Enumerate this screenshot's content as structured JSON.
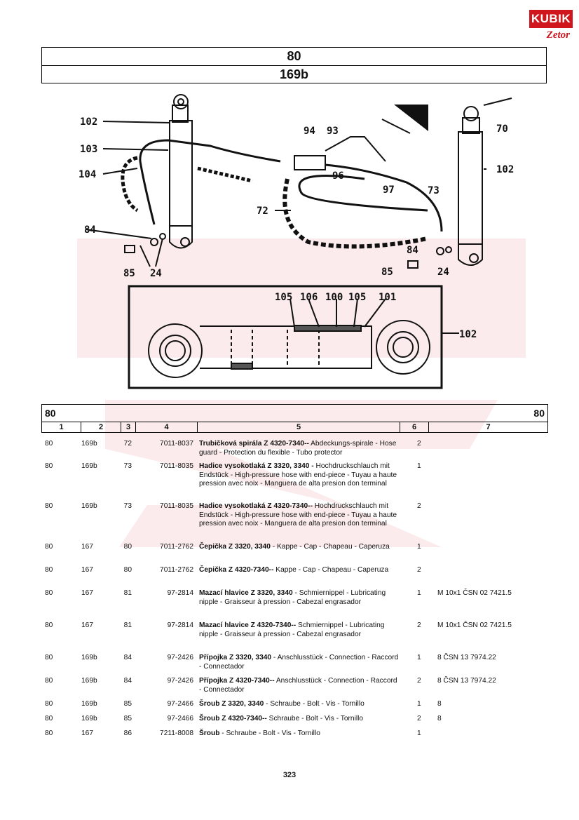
{
  "logo": {
    "brand": "KUBIK",
    "sub": "Zetor"
  },
  "header": {
    "group": "80",
    "figure": "169b"
  },
  "diagram": {
    "labels": [
      "102",
      "103",
      "104",
      "84",
      "85",
      "24",
      "94",
      "93",
      "96",
      "97",
      "73",
      "72",
      "84",
      "85",
      "24",
      "70",
      "102",
      "105",
      "106",
      "100",
      "105",
      "101",
      "102"
    ]
  },
  "table": {
    "group_left": "80",
    "group_right": "80",
    "columns": [
      "1",
      "2",
      "3",
      "4",
      "5",
      "6",
      "7"
    ],
    "rows": [
      {
        "c1": "80",
        "c2": "169b",
        "c3": "72",
        "c4": "7011-8037",
        "name": "Trubičková spirála Z 4320-7340--",
        "desc": " Abdeckungs-spirale - Hose guard - Protection du flexible - Tubo protector",
        "qty": "2",
        "note": ""
      },
      {
        "c1": "80",
        "c2": "169b",
        "c3": "73",
        "c4": "7011-8035",
        "name": "Hadice vysokotlaká Z 3320, 3340 -",
        "desc": " Hochdruckschlauch mit Endstück - High-pressure hose with end-piece - Tuyau a haute pression avec noix - Manguera de alta presion don terminal",
        "qty": "1",
        "note": ""
      },
      {
        "c1": "80",
        "c2": "169b",
        "c3": "73",
        "c4": "7011-8035",
        "name": "Hadice vysokotlaká Z 4320-7340--",
        "desc": " Hochdruckschlauch mit Endstück - High-pressure hose with end-piece - Tuyau a haute pression avec noix - Manguera de alta presion don terminal",
        "qty": "2",
        "note": ""
      },
      {
        "c1": "80",
        "c2": "167",
        "c3": "80",
        "c4": "7011-2762",
        "name": "Čepička Z 3320, 3340",
        "desc": " - Kappe - Cap - Chapeau - Caperuza",
        "qty": "1",
        "note": ""
      },
      {
        "c1": "80",
        "c2": "167",
        "c3": "80",
        "c4": "7011-2762",
        "name": "Čepička Z 4320-7340--",
        "desc": " Kappe - Cap - Chapeau - Caperuza",
        "qty": "2",
        "note": ""
      },
      {
        "c1": "80",
        "c2": "167",
        "c3": "81",
        "c4": "97-2814",
        "name": "Mazací hlavice Z 3320, 3340",
        "desc": " - Schmiernippel - Lubricating nipple - Graisseur à pression - Cabezal engrasador",
        "qty": "1",
        "note": "M 10x1 ČSN 02 7421.5"
      },
      {
        "c1": "80",
        "c2": "167",
        "c3": "81",
        "c4": "97-2814",
        "name": "Mazací hlavice Z 4320-7340--",
        "desc": " Schmiernippel - Lubricating nipple - Graisseur à pression - Cabezal engrasador",
        "qty": "2",
        "note": "M 10x1 ČSN 02 7421.5"
      },
      {
        "c1": "80",
        "c2": "169b",
        "c3": "84",
        "c4": "97-2426",
        "name": "Přípojka Z 3320, 3340",
        "desc": " - Anschlusstück - Connection - Raccord - Connectador",
        "qty": "1",
        "note": "8 ČSN 13 7974.22"
      },
      {
        "c1": "80",
        "c2": "169b",
        "c3": "84",
        "c4": "97-2426",
        "name": "Přípojka Z 4320-7340--",
        "desc": " Anschlusstück - Connection - Raccord - Connectador",
        "qty": "2",
        "note": "8 ČSN 13 7974.22"
      },
      {
        "c1": "80",
        "c2": "169b",
        "c3": "85",
        "c4": "97-2466",
        "name": "Šroub Z 3320, 3340",
        "desc": " - Schraube - Bolt - Vis - Tornillo",
        "qty": "1",
        "note": "8"
      },
      {
        "c1": "80",
        "c2": "169b",
        "c3": "85",
        "c4": "97-2466",
        "name": "Šroub Z 4320-7340--",
        "desc": " Schraube - Bolt - Vis - Tornillo",
        "qty": "2",
        "note": "8"
      },
      {
        "c1": "80",
        "c2": "167",
        "c3": "86",
        "c4": "7211-8008",
        "name": "Šroub",
        "desc": " - Schraube - Bolt - Vis - Tornillo",
        "qty": "1",
        "note": ""
      }
    ]
  },
  "page_number": "323"
}
